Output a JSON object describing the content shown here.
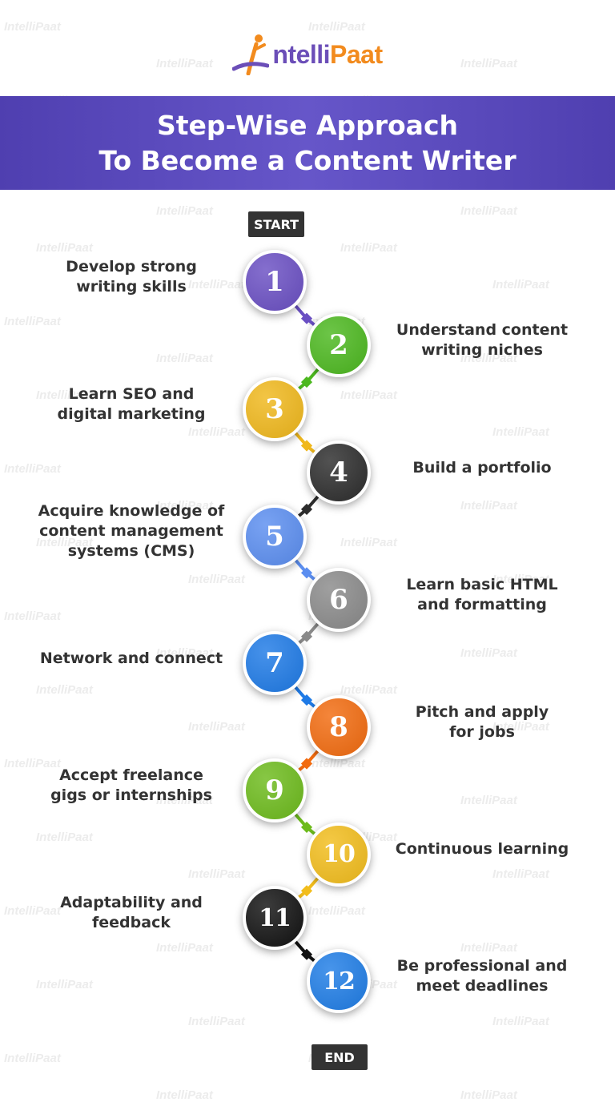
{
  "logo": {
    "text_a": "ntelli",
    "text_b": "Paat"
  },
  "banner": {
    "line1": "Step-Wise Approach",
    "line2": "To Become a Content Writer"
  },
  "flow": {
    "start_label": "START",
    "end_label": "END",
    "steps": [
      {
        "number": "1",
        "label": "Develop strong writing skills",
        "color": "#6a4fc3"
      },
      {
        "number": "2",
        "label": "Understand content writing niches",
        "color": "#4cb81f"
      },
      {
        "number": "3",
        "label": "Learn SEO and digital marketing",
        "color": "#f0b81c"
      },
      {
        "number": "4",
        "label": "Build a portfolio",
        "color": "#2c2c2c"
      },
      {
        "number": "5",
        "label": "Acquire knowledge of content management systems (CMS)",
        "color": "#5b8ef0"
      },
      {
        "number": "6",
        "label": "Learn basic HTML and formatting",
        "color": "#8a8a8a"
      },
      {
        "number": "7",
        "label": "Network and connect",
        "color": "#1e7ae6"
      },
      {
        "number": "8",
        "label": "Pitch and apply for jobs",
        "color": "#f26b0f"
      },
      {
        "number": "9",
        "label": "Accept freelance gigs or internships",
        "color": "#6dbb1c"
      },
      {
        "number": "10",
        "label": "Continuous learning",
        "color": "#f2bd1c"
      },
      {
        "number": "11",
        "label": "Adaptability and feedback",
        "color": "#111111"
      },
      {
        "number": "12",
        "label": "Be professional and meet deadlines",
        "color": "#1f7de6"
      }
    ]
  },
  "watermark": {
    "text": "IntelliPaat"
  }
}
